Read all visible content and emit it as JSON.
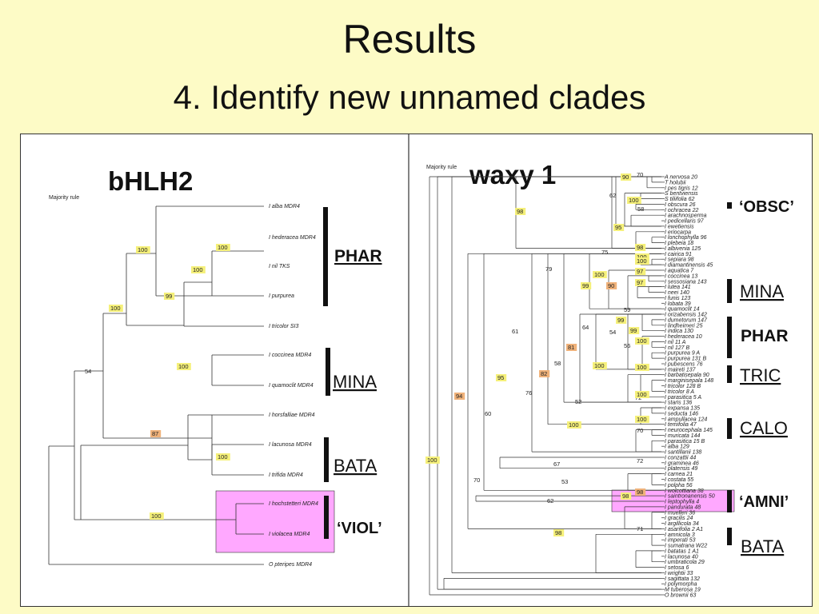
{
  "slide": {
    "title": "Results",
    "subtitle": "4. Identify new unnamed clades"
  },
  "left_panel": {
    "heading": "bHLH2",
    "note": "Majority rule",
    "taxa": [
      "I alba MDR4",
      "I hederacea MDR4",
      "I nil TKS",
      "I purpurea",
      "I tricolor SI3",
      "I coccinea MDR4",
      "I quamoclit MDR4",
      "I horsfalliae MDR4",
      "I lacunosa MDR4",
      "I trifida MDR4",
      "I hochstetteri MDR4",
      "I violacea MDR4",
      "O pteripes MDR4"
    ],
    "support": [
      "100",
      "100",
      "100",
      "99",
      "100",
      "54",
      "100",
      "87",
      "100",
      "100"
    ],
    "clades": [
      "PHAR",
      "MINA",
      "BATA",
      "‘VIOL’"
    ]
  },
  "right_panel": {
    "heading": "waxy 1",
    "note": "Majority rule",
    "taxa": [
      "A nervosa 20",
      "T holubii",
      "I pes tigris 12",
      "S bentviensis",
      "S tiliifolia 62",
      "I obscura 26",
      "I ochracea 22",
      "I arachnosperma",
      "I pedicellaris 97",
      "I ewetiensis",
      "I eriocarpa",
      "I lonchophylla 96",
      "I plebeia 18",
      "I albivenia 125",
      "I cairica 91",
      "I sepiara 98",
      "I diamantinensis 45",
      "I aquatica 7",
      "I coccinea 13",
      "I sessosiana 143",
      "I lutea 141",
      "I neei 140",
      "I funis 123",
      "I lobata 39",
      "I quamoclit 14",
      "I orizabensis 142",
      "I dumetorum 147",
      "I lindheimeri 25",
      "I indica 130",
      "I hederacea 10",
      "I nil 11 A",
      "I nil 127 B",
      "I purpurea 9 A",
      "I purpurea 131 B",
      "I pubescens 76",
      "I maireti 137",
      "I barbatisepala 90",
      "I marginisepala 148",
      "I tricolor 128 B",
      "I tricolor 8 A",
      "I parasitica 5 A",
      "I staris 136",
      "I expansa 135",
      "I seducta 146",
      "I ampullacea 124",
      "I temifolia 47",
      "I neurocephala 145",
      "I muricata 144",
      "I parasitica 15 B",
      "I alba 129",
      "I santillanii 138",
      "I conzattii 44",
      "I graminea 46",
      "I platensis 49",
      "I carnea 21",
      "I costata 55",
      "I polpha 56",
      "I wolcottiana 38",
      "I saintronanensis 50",
      "I leptophylla 4",
      "I pandurata 48",
      "I muelleri 36",
      "I gracilis 24",
      "I argillicola 34",
      "I asarifolia 2 A1",
      "I amnicola 3",
      "I imperati 53",
      "I sumatrana W22",
      "I batatas 1 A1",
      "I lacunosa 40",
      "I umbraticola 29",
      "I setosa 6",
      "I wrightii 33",
      "I sagittata 132",
      "I polymorpha",
      "M tuberosa 19",
      "O brownii 63"
    ],
    "support": [
      "70",
      "90",
      "62",
      "100",
      "58",
      "95",
      "98",
      "98",
      "75",
      "100",
      "79",
      "100",
      "97",
      "100",
      "97",
      "99",
      "90",
      "59",
      "99",
      "64",
      "54",
      "99",
      "100",
      "56",
      "61",
      "81",
      "58",
      "100",
      "100",
      "82",
      "95",
      "76",
      "72",
      "100",
      "52",
      "94",
      "60",
      "100",
      "100",
      "70",
      "67",
      "72",
      "53",
      "100",
      "70",
      "62",
      "98",
      "98",
      "71",
      "98"
    ],
    "clades": [
      "‘OBSC’",
      "MINA",
      "PHAR",
      "TRIC",
      "CALO",
      "‘AMNI’",
      "BATA"
    ]
  },
  "colors": {
    "background": "#fdfbc6",
    "panel": "#ffffff",
    "support_high": "#f5f07a",
    "support_mid": "#f0b27a",
    "highlight": "#ffa8ff"
  }
}
